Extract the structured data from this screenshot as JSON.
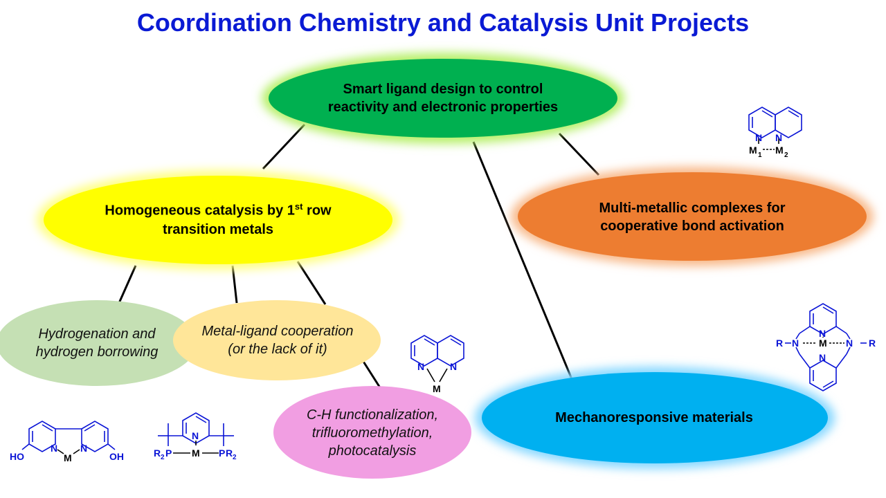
{
  "title": "Coordination Chemistry and Catalysis Unit Projects",
  "nodes": {
    "ligand_design": "Smart ligand design to control\nreactivity and electronic properties",
    "homogeneous_line1": "Homogeneous catalysis by 1",
    "homogeneous_sup": "st",
    "homogeneous_line1_end": " row",
    "homogeneous_line2": "transition metals",
    "multimetallic": "Multi-metallic complexes for\ncooperative bond activation",
    "mechano": "Mechanoresponsive materials",
    "hydrogenation": "Hydrogenation and\nhydrogen borrowing",
    "mlc": "Metal-ligand cooperation\n(or the lack of it)",
    "ch_func": "C-H functionalization,\ntrifluoromethylation,\nphotocatalysis"
  },
  "structures": {
    "naphthyridine_dimetal": {
      "N": "N",
      "M1": "M",
      "sub1": "1",
      "M2": "M",
      "sub2": "2"
    },
    "naphthyridine_chelate": {
      "N": "N",
      "M": "M"
    },
    "macrocycle": {
      "R": "R",
      "N": "N",
      "M": "M"
    },
    "bipyridine": {
      "N": "N",
      "M": "M",
      "OH": "OH",
      "HO": "HO"
    },
    "pincer": {
      "N": "N",
      "M": "M",
      "R": "R",
      "sub": "2",
      "P": "P"
    }
  },
  "colors": {
    "title": "#0a1ad4",
    "ligand_design": "#00b050",
    "homogeneous": "#ffff00",
    "multimetallic": "#ed7d31",
    "mechano": "#00b0f0",
    "hydrogenation": "#c5e0b4",
    "mlc": "#ffe699",
    "ch_func": "#f19ee2",
    "structure": "#0a14d6"
  }
}
